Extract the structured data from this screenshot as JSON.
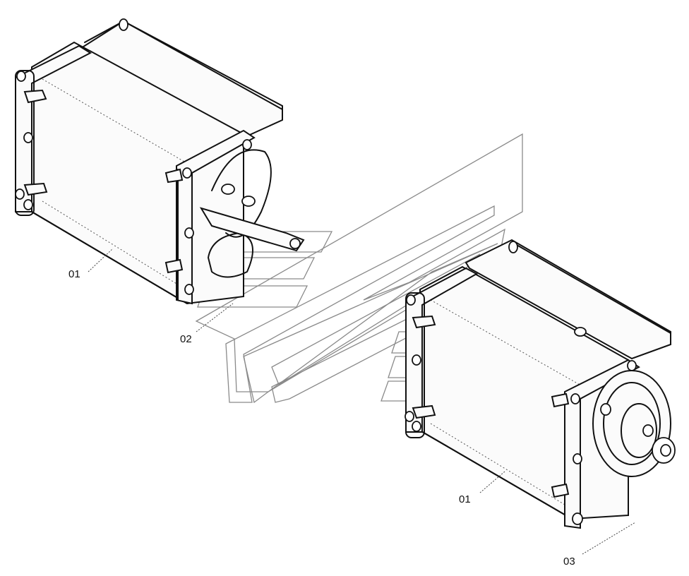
{
  "diagram": {
    "callouts": {
      "part_01_upper": "01",
      "part_02": "02",
      "part_01_lower": "01",
      "part_03": "03"
    }
  },
  "icons": {
    "watermark": "manufacturer-logo-watermark-icon"
  }
}
